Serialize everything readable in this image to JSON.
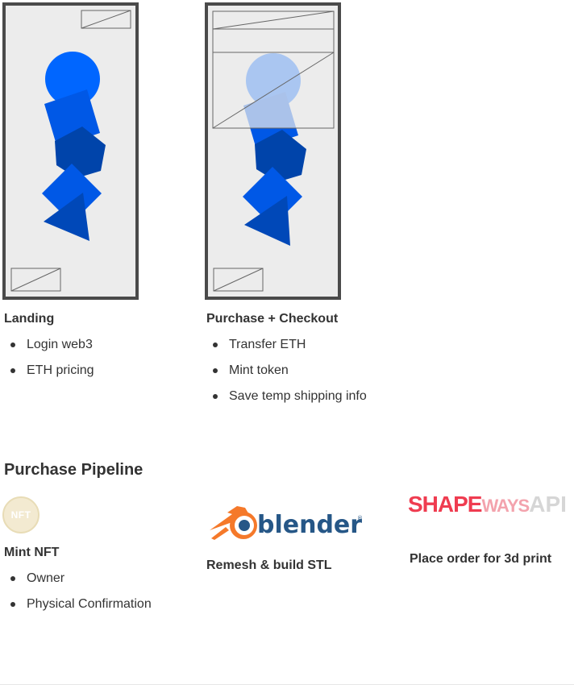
{
  "screens": [
    {
      "title": "Landing",
      "bullets": [
        "Login web3",
        "ETH pricing"
      ]
    },
    {
      "title": "Purchase + Checkout",
      "bullets": [
        "Transfer ETH",
        "Mint token",
        "Save temp shipping info"
      ]
    }
  ],
  "pipeline": {
    "heading": "Purchase Pipeline",
    "steps": [
      {
        "badge_text": "NFT",
        "title": "Mint NFT",
        "bullets": [
          "Owner",
          "Physical Confirmation"
        ]
      },
      {
        "logo_text": "blender",
        "title": "Remesh & build STL"
      },
      {
        "logo_parts": [
          "SHAPE",
          "WAYS",
          "API"
        ],
        "title": "Place order for 3d print"
      }
    ]
  },
  "colors": {
    "shape_primary": "#0066ff",
    "shape_mid": "#0052d4",
    "shape_dark": "#0044aa",
    "mock_border": "#4a4a4a",
    "mock_bg": "#ececec",
    "blender_orange": "#f5792a",
    "blender_blue": "#265787",
    "shapeways_red": "#ef3c50"
  }
}
